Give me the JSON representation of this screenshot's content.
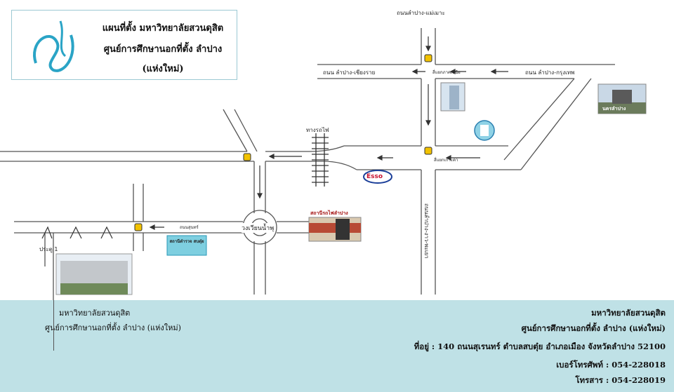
{
  "header": {
    "title_line1": "แผนที่ตั้ง มหาวิทยาลัยสวนดุสิต",
    "title_line2": "ศูนย์การศึกษานอกที่ตั้ง ลำปาง",
    "title_line3": "(แห่งใหม่)"
  },
  "roads": {
    "north": "ถนนลำปาง-แม่เมาะ",
    "chiangrai": "ถนน ลำปาง-เชียงราย",
    "bangkok": "ถนน ลำปาง-กรุงเทพ",
    "railway": "ทางรถไฟ",
    "sunthorn": "ถนนสุนทร์",
    "vertical": "ถนนลำปาง-งาว-พะเยา"
  },
  "places": {
    "junction_north": "สี่แยกภาคเหนือ",
    "junction_mid": "สี่แยกเกาะคา",
    "roundabout": "วงเวียนน้ำพุ",
    "police": "สถานีตำรวจ สบตุ๋ย",
    "gate": "ประตู 1",
    "train_station": "สถานีรถไฟลำปาง",
    "esso": "Esso",
    "city_sign": "นครลำปาง"
  },
  "campus_label": {
    "line1": "มหาวิทยาลัยสวนดุสิต",
    "line2": "ศูนย์การศึกษานอกที่ตั้ง ลำปาง (แห่งใหม่)"
  },
  "footer": {
    "line1": "มหาวิทยาลัยสวนดุสิต",
    "line2": "ศูนย์การศึกษานอกที่ตั้ง ลำปาง (แห่งใหม่)",
    "address": "ที่อยู่ : 140 ถนนสุเรนทร์ ตำบลสบตุ๋ย อำเภอเมือง จังหวัดลำปาง 52100",
    "phone": "เบอร์โทรศัพท์  : 054-228018",
    "fax": "โทรสาร  : 054-228019"
  },
  "colors": {
    "footer_bg": "#bfe1e6",
    "accent": "#2aa4c6",
    "road": "#555555"
  }
}
